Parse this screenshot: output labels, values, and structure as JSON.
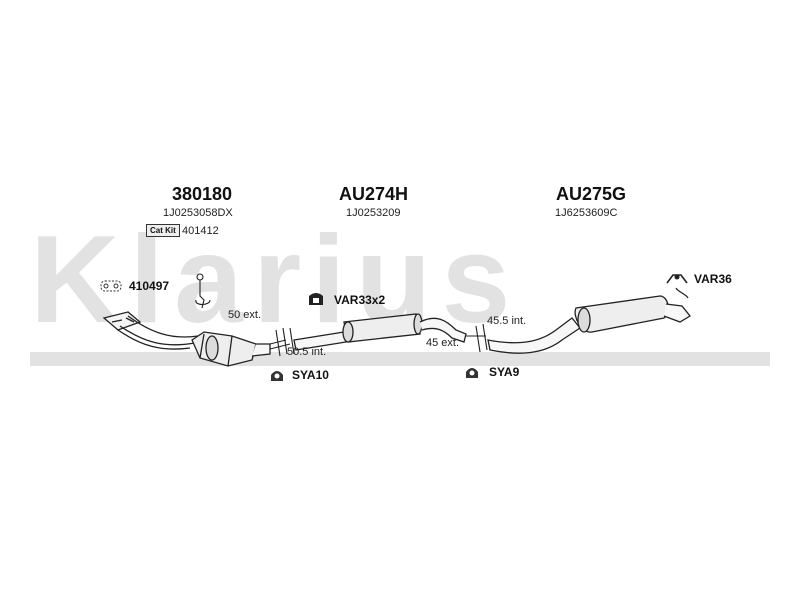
{
  "watermark": {
    "brand": "Klarius"
  },
  "parts": [
    {
      "part_number": "380180",
      "oem_number": "1J0253058DX"
    },
    {
      "part_number": "AU274H",
      "oem_number": "1J0253209"
    },
    {
      "part_number": "AU275G",
      "oem_number": "1J6253609C"
    }
  ],
  "cat_kit": {
    "badge": "Cat Kit",
    "number": "401412"
  },
  "accessories": {
    "gasket": "410497",
    "clamp_mid": "VAR33x2",
    "hanger_rear": "VAR36",
    "mount_front": "SYA10",
    "mount_rear": "SYA9"
  },
  "dimensions": {
    "front_ext": "50 ext.",
    "front_int": "50.5 int.",
    "rear_int": "45.5 int.",
    "rear_ext": "45 ext."
  }
}
